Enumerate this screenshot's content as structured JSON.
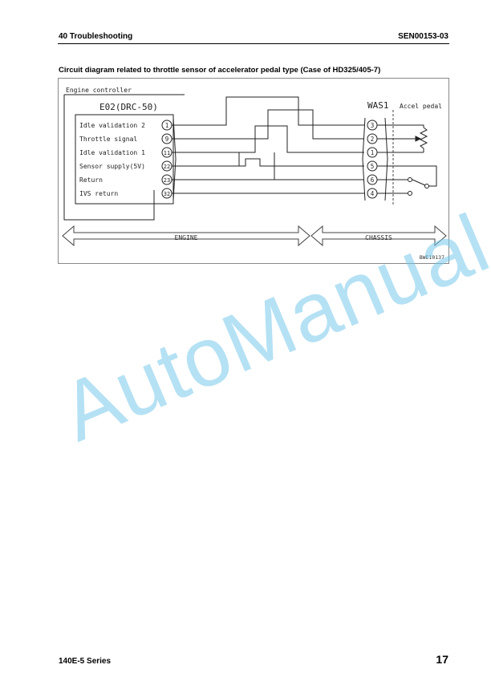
{
  "header": {
    "section": "40 Troubleshooting",
    "doc_code": "SEN00153-03"
  },
  "caption": "Circuit diagram related to throttle sensor of accelerator pedal type (Case of HD325/405-7)",
  "diagram": {
    "controller_title": "Engine controller",
    "connector_left": "E02(DRC-50)",
    "connector_right": "WAS1",
    "device_label": "Accel pedal",
    "signals": [
      {
        "label": "Idle validation 2",
        "pin": "1",
        "dest": "3"
      },
      {
        "label": "Throttle signal",
        "pin": "9",
        "dest": "2"
      },
      {
        "label": "Idle validation 1",
        "pin": "11",
        "dest": "1"
      },
      {
        "label": "Sensor supply(5V)",
        "pin": "22",
        "dest": "5"
      },
      {
        "label": "Return",
        "pin": "23",
        "dest": "6"
      },
      {
        "label": "IVS return",
        "pin": "32",
        "dest": "4"
      }
    ],
    "right_pins": [
      "3",
      "2",
      "1",
      "5",
      "6",
      "4"
    ],
    "zone_left": "ENGINE",
    "zone_right": "CHASSIS",
    "figure_code": "BWE10137"
  },
  "watermark": "AutoManual",
  "footer": {
    "series": "140E-5 Series",
    "page": "17"
  }
}
